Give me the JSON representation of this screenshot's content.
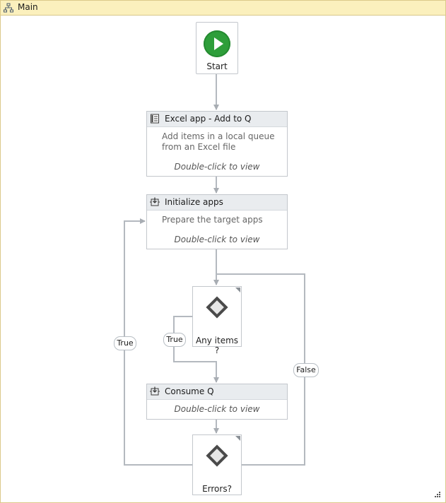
{
  "header": {
    "title": "Main",
    "icon": "flowchart-icon"
  },
  "start": {
    "label": "Start"
  },
  "activities": {
    "excel": {
      "title": "Excel app - Add to Q",
      "description": [
        "Add items in a local queue",
        "from an Excel file"
      ],
      "hint": "Double-click to view",
      "icon": "workbook-icon"
    },
    "init": {
      "title": "Initialize apps",
      "description": [
        "Prepare the target apps"
      ],
      "hint": "Double-click to view",
      "icon": "invoke-workflow-icon"
    },
    "consume": {
      "title": "Consume Q",
      "hint": "Double-click to view",
      "icon": "invoke-workflow-icon"
    }
  },
  "decisions": {
    "any_items": {
      "label": "Any items ?"
    },
    "errors": {
      "label": "Errors?"
    }
  },
  "connector_labels": {
    "any_items_true": "True",
    "errors_true": "True",
    "loop_false": "False"
  }
}
